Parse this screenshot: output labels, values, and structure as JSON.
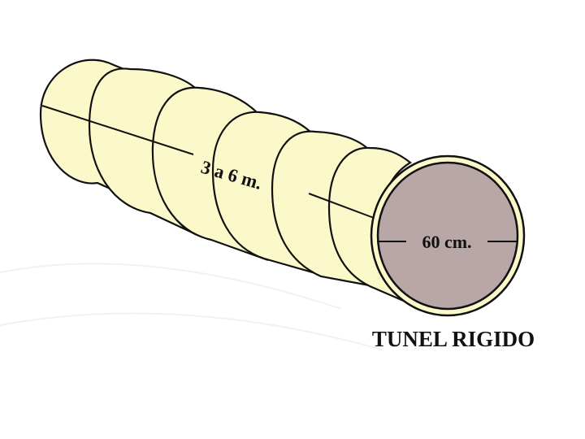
{
  "diagram": {
    "length_label": "3 a 6 m.",
    "diameter_label": "60 cm.",
    "title": "TUNEL RIGIDO"
  },
  "colors": {
    "tube_fill": "#fbf9c9",
    "opening_fill": "#b9a7a7",
    "outline": "#111111",
    "background": "#ffffff"
  }
}
